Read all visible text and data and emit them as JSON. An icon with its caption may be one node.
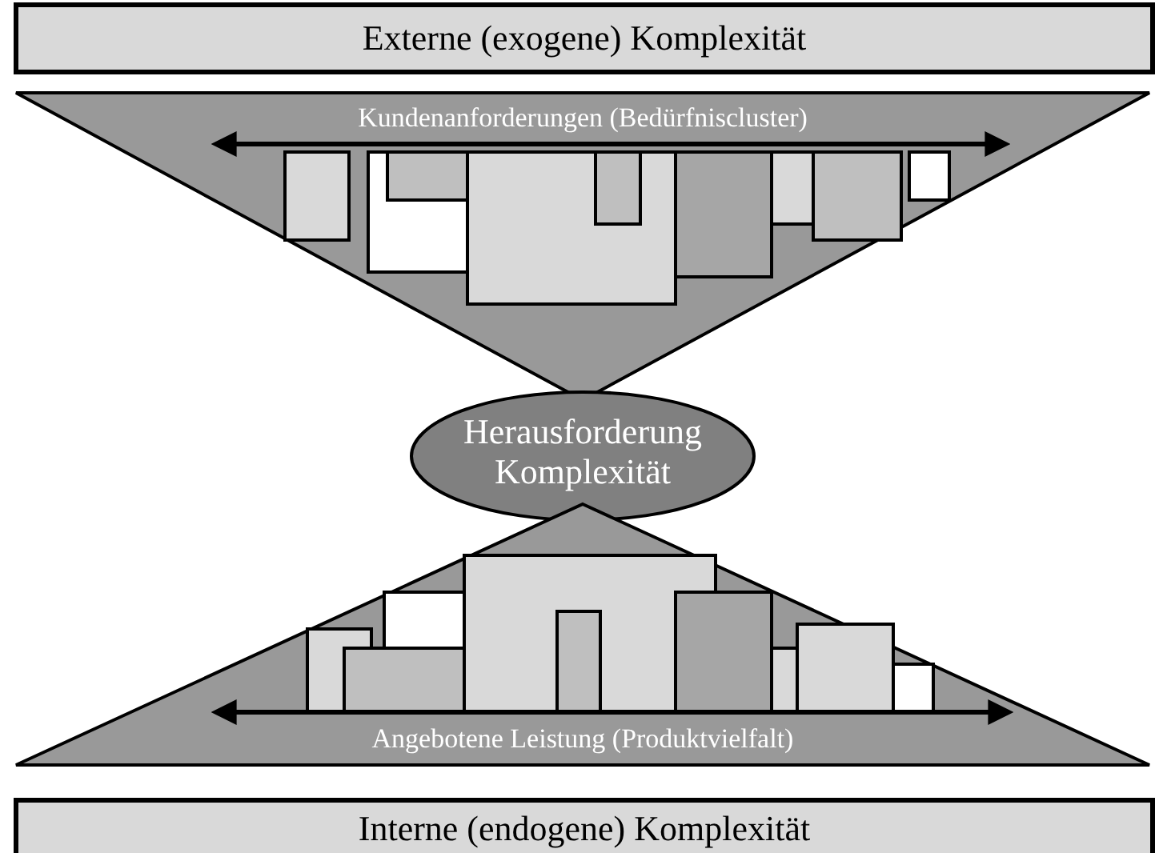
{
  "diagram": {
    "nodes": [
      {
        "text": [
          "Externe (exogene) Komplexität"
        ]
      },
      {
        "text": [
          "Kundenanforderungen (Bedürfniscluster)"
        ]
      },
      {
        "text": [
          "Herausforderung Komplexität"
        ]
      },
      {
        "text": [
          "Angebotene Leistung (Produktvielfalt)"
        ]
      },
      {
        "text": [
          "Interne (endogene) Komplexität"
        ]
      }
    ]
  }
}
